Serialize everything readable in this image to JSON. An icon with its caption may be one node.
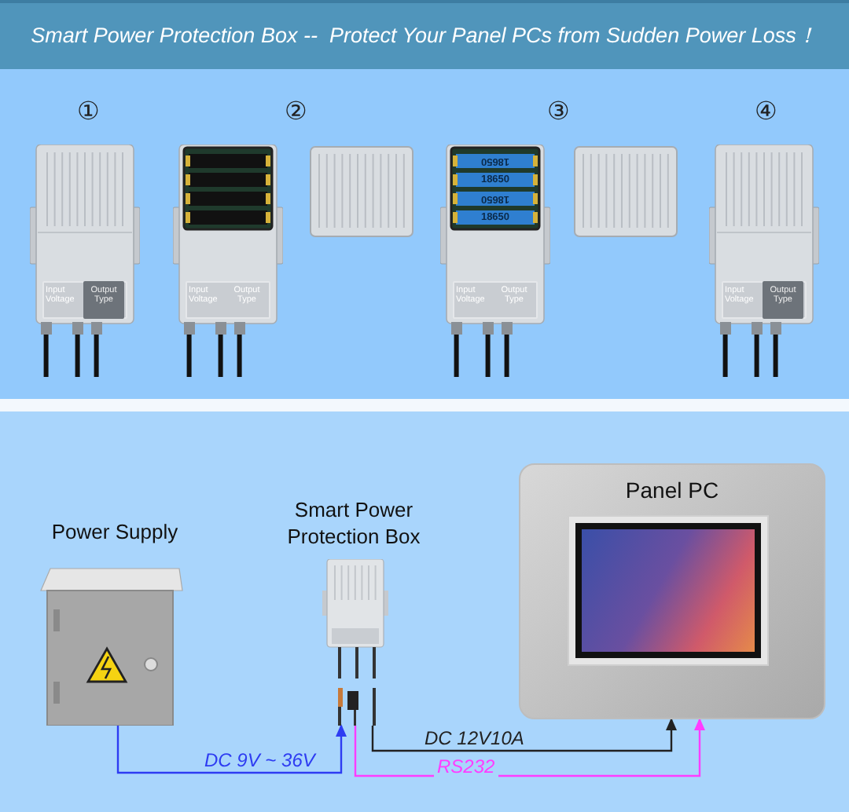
{
  "diagram": {
    "title": "Smart Power Protection Box --  Protect Your Panel PCs from Sudden Power Loss！",
    "nodes": [
      {
        "text": [
          "Power Supply"
        ]
      },
      {
        "text": [
          "Smart Power Protection Box"
        ]
      },
      {
        "text": [
          "Panel PC"
        ]
      }
    ],
    "edges": [
      {
        "from": 0,
        "to": 1,
        "arrow": "to",
        "label": "DC 9V ~ 36V",
        "color": "#2e3cf2"
      },
      {
        "from": 1,
        "to": 2,
        "arrow": "to",
        "label": "DC 12V10A",
        "color": "#222222"
      },
      {
        "from": 1,
        "to": 2,
        "arrow": "to",
        "label": "RS232",
        "color": "#ff3dff"
      }
    ],
    "labels": [
      "①",
      "②",
      "③",
      "④",
      "Input Voltage",
      "Output Type",
      "Input Voltage",
      "Output Type",
      "18650",
      "18650",
      "18650",
      "18650",
      "Input Voltage",
      "Output Type",
      "Input Voltage",
      "Output Type"
    ]
  }
}
